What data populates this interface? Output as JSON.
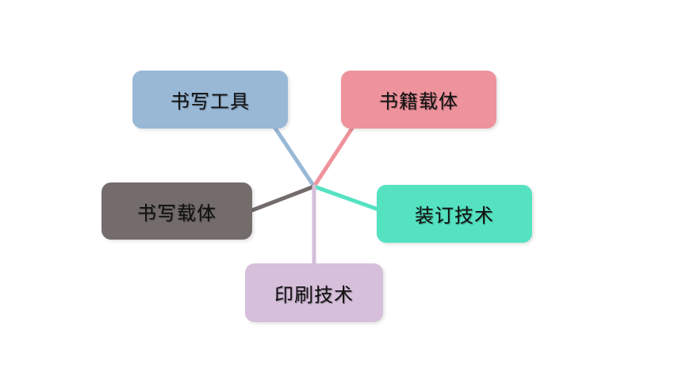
{
  "nodes": {
    "writing_tools": {
      "label": "书写工具",
      "color": "#98B8D6"
    },
    "book_medium": {
      "label": "书籍载体",
      "color": "#EE939C"
    },
    "writing_medium": {
      "label": "书写载体",
      "color": "#736C6B"
    },
    "binding": {
      "label": "装订技术",
      "color": "#55E2C1"
    },
    "printing": {
      "label": "印刷技术",
      "color": "#D6BFDB"
    }
  }
}
